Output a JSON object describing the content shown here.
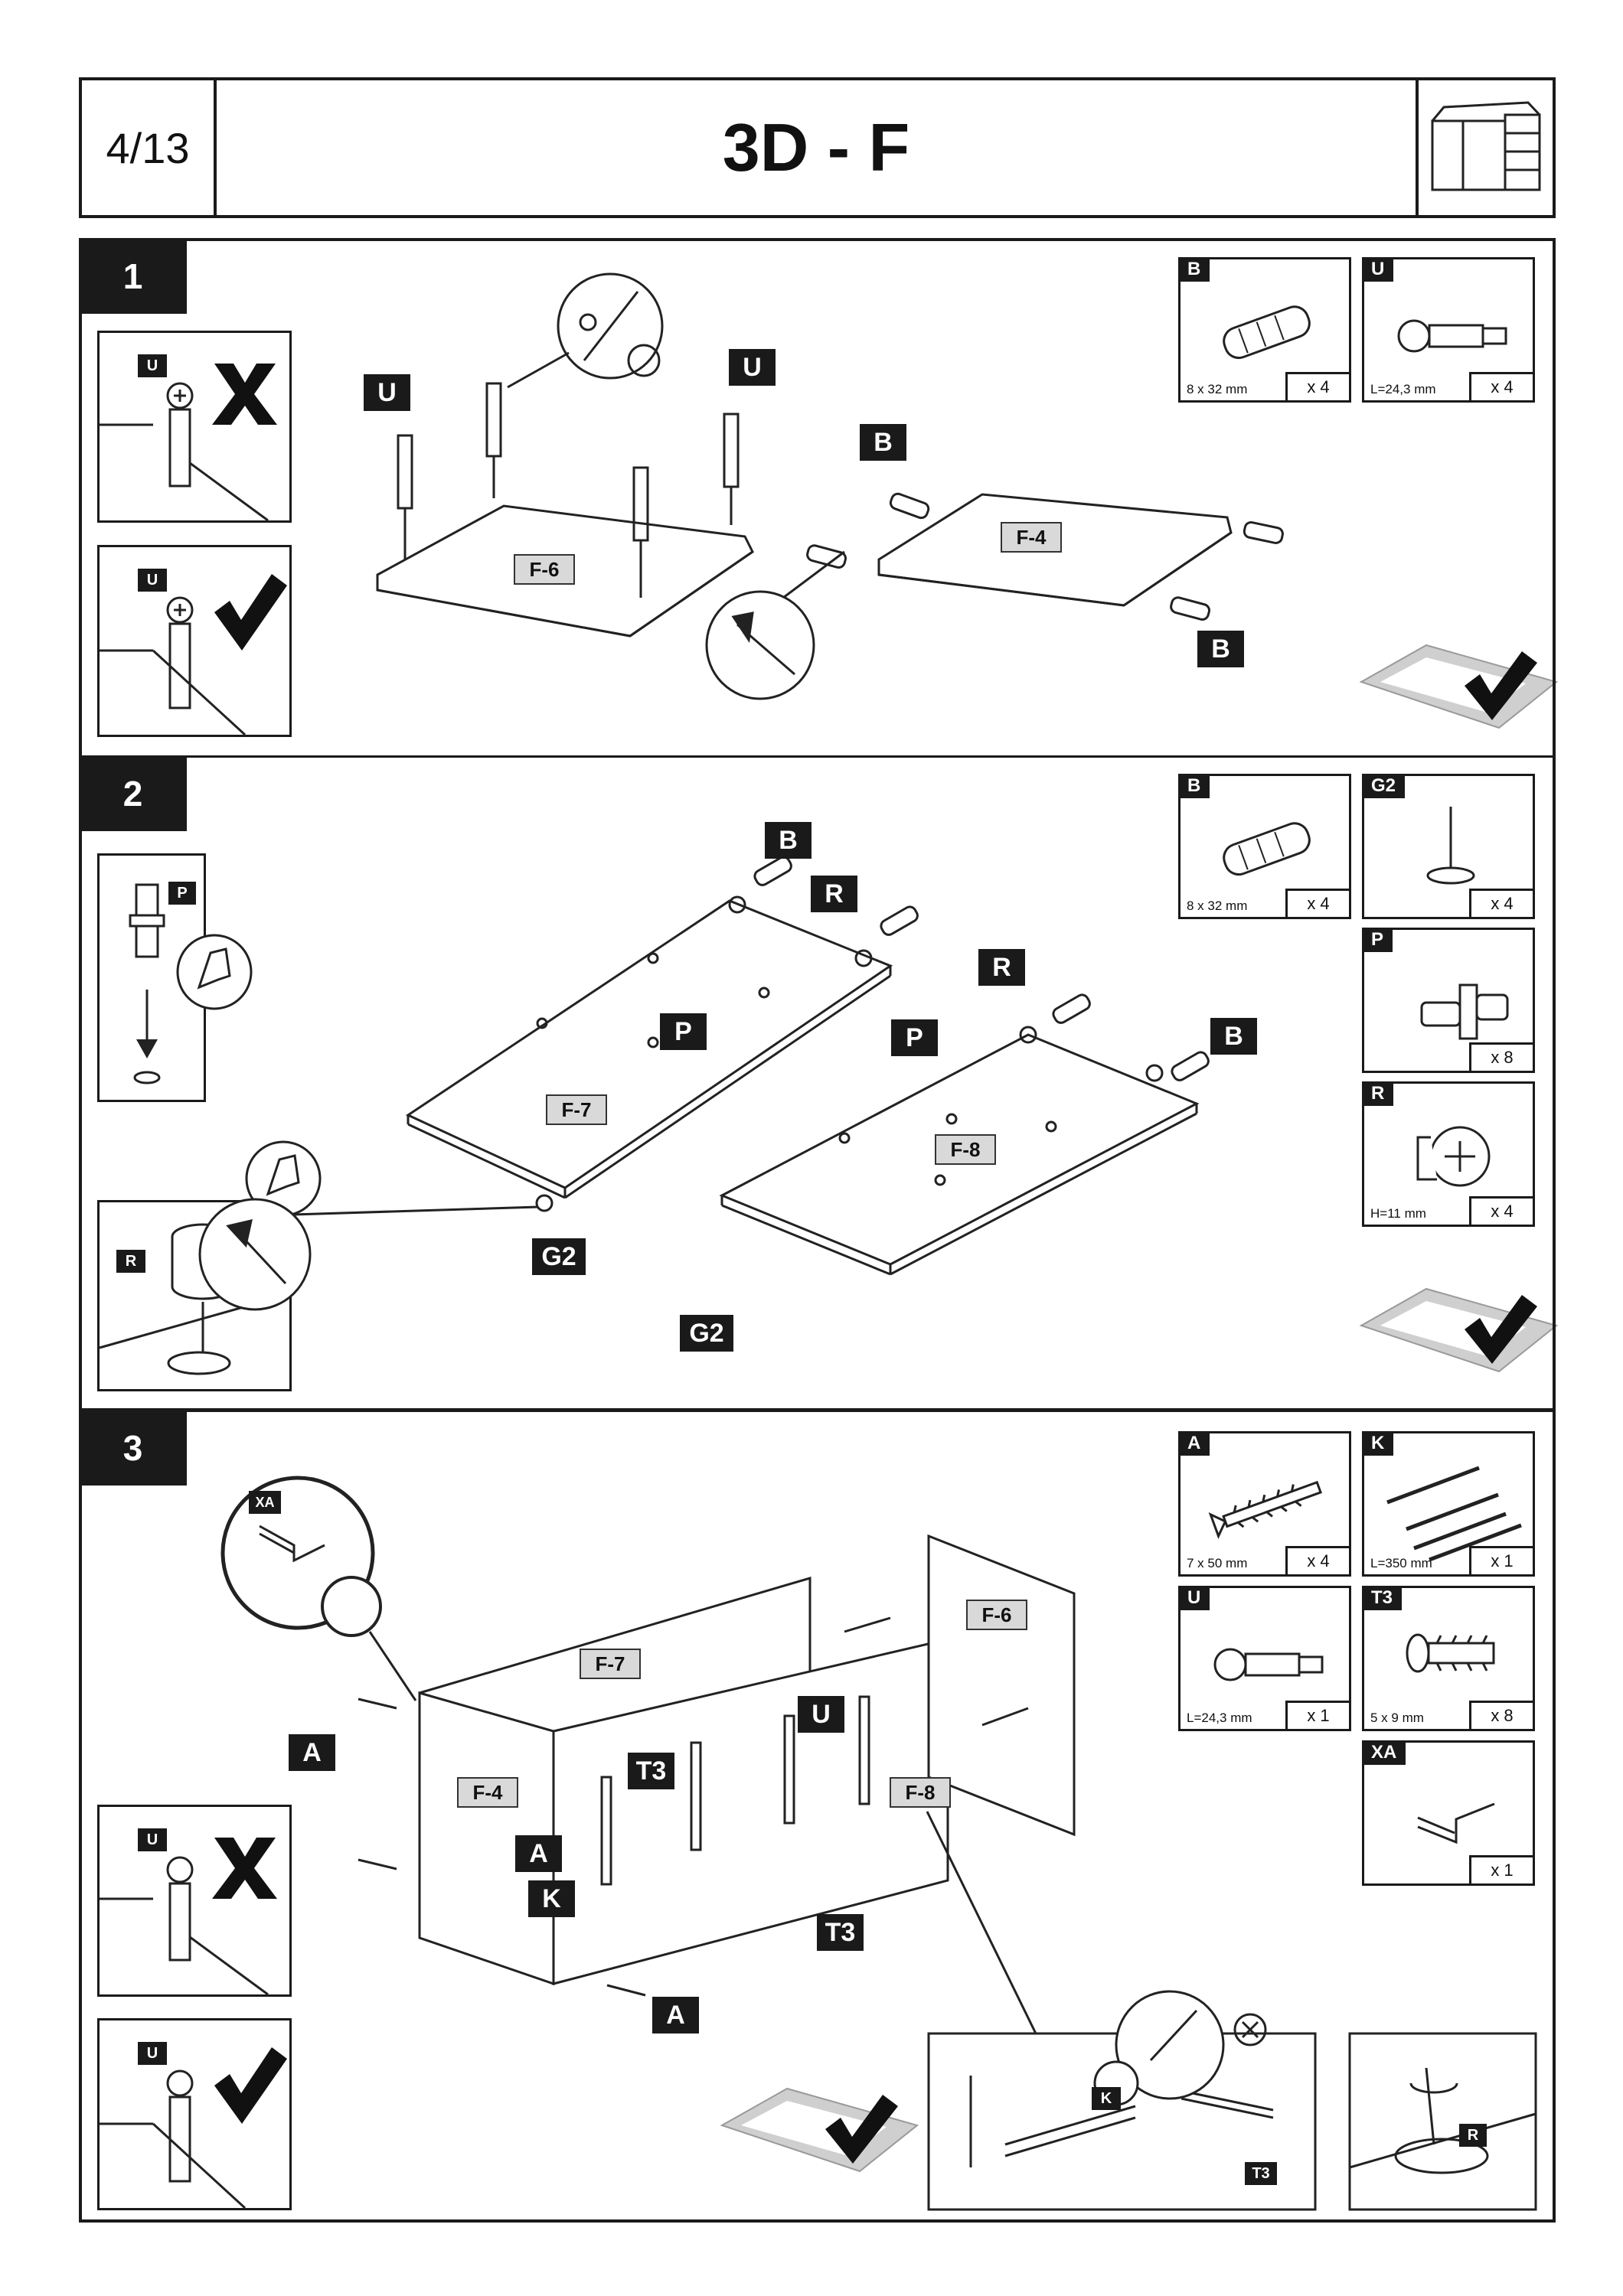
{
  "header": {
    "page": "4/13",
    "title": "3D - F"
  },
  "steps": [
    {
      "number": "1",
      "panels": [
        "F-6",
        "F-4"
      ],
      "tags": {
        "u1": "U",
        "u2": "U",
        "b1": "B",
        "b2": "B"
      },
      "inset_tags": {
        "u_wrong": "U",
        "u_right": "U"
      },
      "parts": [
        {
          "code": "B",
          "spec": "8 x 32 mm",
          "qty": "x 4"
        },
        {
          "code": "U",
          "spec": "L=24,3 mm",
          "qty": "x 4"
        }
      ]
    },
    {
      "number": "2",
      "panels": [
        "F-7",
        "F-8"
      ],
      "tags": {
        "b1": "B",
        "r1": "R",
        "p1": "P",
        "g1": "G2",
        "r2": "R",
        "p2": "P",
        "b2": "B",
        "g2": "G2"
      },
      "inset_tags": {
        "p": "P",
        "r": "R"
      },
      "parts": [
        {
          "code": "B",
          "spec": "8 x 32 mm",
          "qty": "x 4"
        },
        {
          "code": "G2",
          "spec": "",
          "qty": "x 4"
        },
        {
          "code": "P",
          "spec": "",
          "qty": "x 8"
        },
        {
          "code": "R",
          "spec": "H=11 mm",
          "qty": "x 4"
        }
      ]
    },
    {
      "number": "3",
      "panels": [
        "F-7",
        "F-6",
        "F-4",
        "F-8"
      ],
      "tags": {
        "a1": "A",
        "u": "U",
        "t3a": "T3",
        "a2": "A",
        "k": "K",
        "t3b": "T3",
        "a3": "A"
      },
      "inset_tags": {
        "xa": "XA",
        "u_wrong": "U",
        "u_right": "U",
        "k": "K",
        "t3": "T3",
        "r": "R"
      },
      "parts": [
        {
          "code": "A",
          "spec": "7 x 50 mm",
          "qty": "x 4"
        },
        {
          "code": "K",
          "spec": "L=350 mm",
          "qty": "x 1"
        },
        {
          "code": "U",
          "spec": "L=24,3 mm",
          "qty": "x 1"
        },
        {
          "code": "T3",
          "spec": "5 x 9 mm",
          "qty": "x 8"
        },
        {
          "code": "XA",
          "spec": "",
          "qty": "x 1"
        }
      ]
    }
  ]
}
